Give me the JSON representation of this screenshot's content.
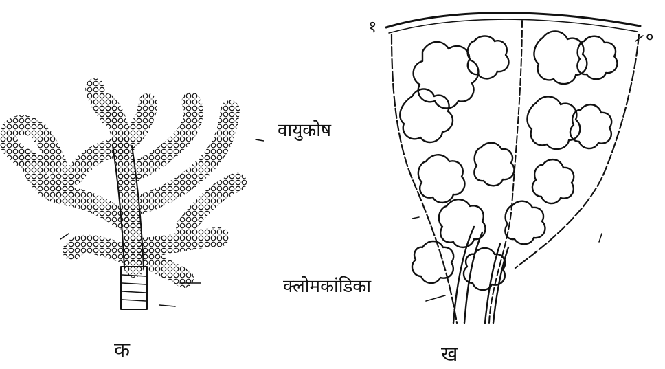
{
  "figure": {
    "labels": {
      "alveoli": "वायुकोष",
      "bronchiole": "क्लोमकांडिका"
    },
    "captions": {
      "a": "क",
      "b": "ख"
    },
    "marks": {
      "left": "१",
      "right": "०"
    }
  },
  "colors": {
    "ink": "#111111",
    "background": "#ffffff"
  }
}
